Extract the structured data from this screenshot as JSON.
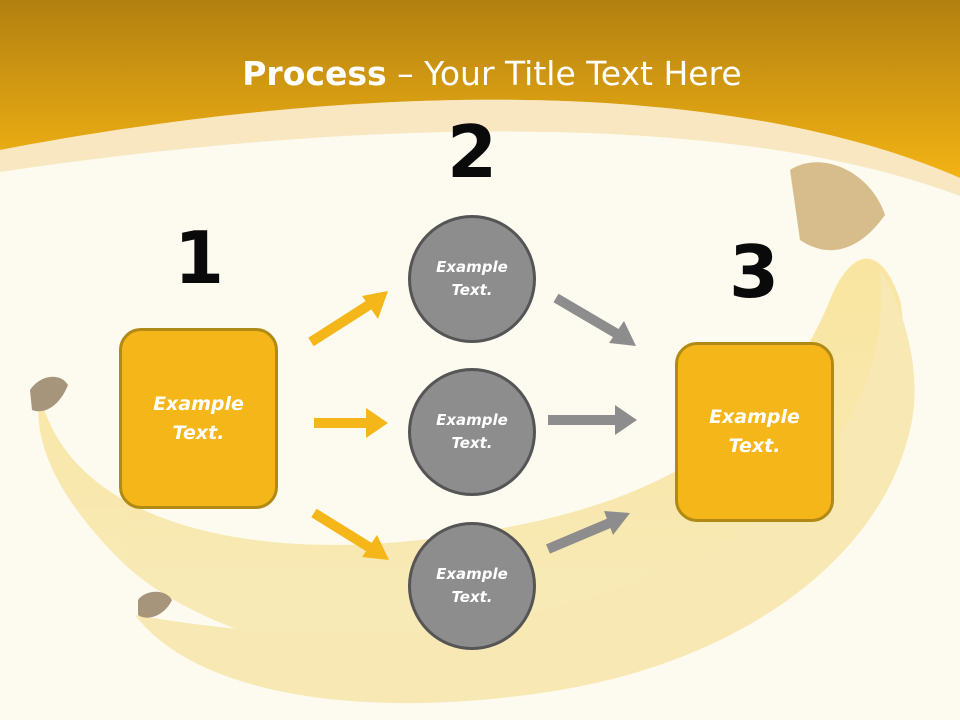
{
  "title": {
    "bold": "Process",
    "rest": " – Your Title Text Here"
  },
  "steps": [
    {
      "number": "1",
      "text": "Example Text."
    },
    {
      "number": "2"
    },
    {
      "number": "3",
      "text": "Example Text."
    }
  ],
  "circles": [
    {
      "text": "Example Text."
    },
    {
      "text": "Example Text."
    },
    {
      "text": "Example Text."
    }
  ],
  "colors": {
    "header": "#f0b20e",
    "box": "#f4b619",
    "circle": "#8d8d8d",
    "arrow_yellow": "#f4b619",
    "arrow_gray": "#8d8d8d"
  }
}
